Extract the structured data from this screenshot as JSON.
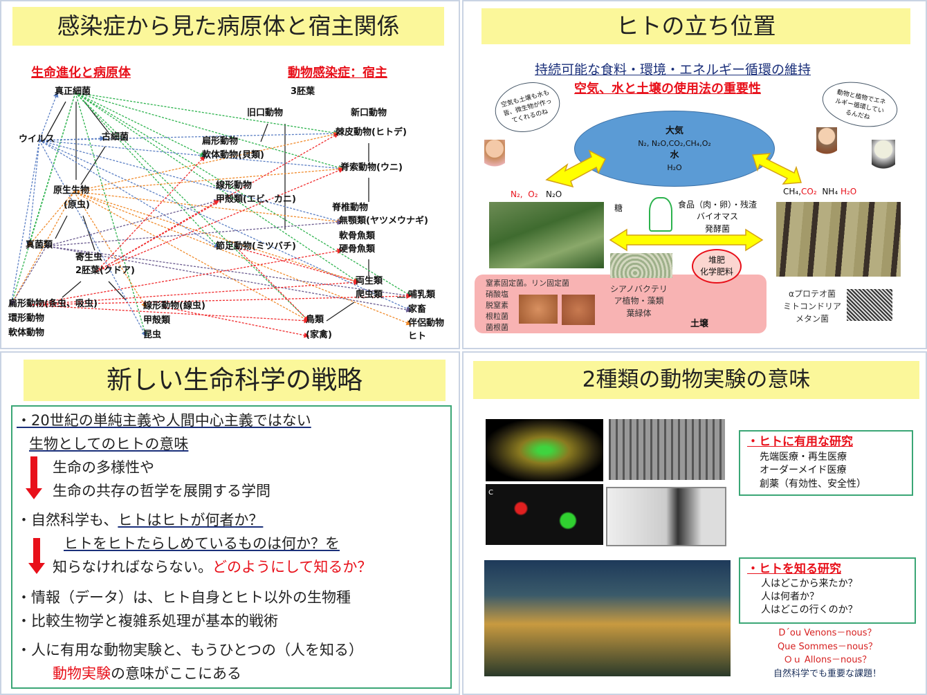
{
  "tl": {
    "title": "感染症から見た病原体と宿主関係",
    "left_heading": "生命進化と病原体",
    "right_heading": "動物感染症：宿主",
    "nodes": {
      "shinsei": "真正細菌",
      "sanhaiyo": "3胚葉",
      "kyuko": "旧口動物",
      "shinko": "新口動物",
      "virus": "ウイルス",
      "kosaikin": "古細菌",
      "henkei1": "扁形動物",
      "nantai1": "軟体動物(貝類)",
      "kyokuhi": "棘皮動物(ヒトデ)",
      "sekisaku": "脊索動物(ウニ)",
      "senkei1": "線形動物",
      "kokaku1": "甲殻類(エビ、カニ)",
      "gensei": "原生生物",
      "genchu": "(原虫)",
      "sekitsui": "脊椎動物",
      "mugaku": "無顎類(ヤツメウナギ)",
      "nankotsu": "軟骨魚類",
      "kokotsu": "硬骨魚類",
      "shinkin": "真菌類",
      "sessoku": "節足動物(ミツバチ)",
      "kiseichu": "寄生虫",
      "nihaiyo": "2胚葉(クドア)",
      "ryosei": "両生類",
      "hachu": "爬虫類",
      "honyu": "哺乳類",
      "kachiku": "家畜",
      "hanryo": "伴侶動物",
      "hito": "ヒト",
      "henkei2": "扁形動物(条虫、吸虫)",
      "kankei": "環形動物",
      "nantai2": "軟体動物",
      "senkei2": "線形動物(線虫)",
      "kokaku2": "甲殻類",
      "konchu": "昆虫",
      "chorui": "鳥類",
      "kakin": "(家禽)"
    },
    "edges": [
      [
        "shinsei",
        "kyokuhi",
        "g"
      ],
      [
        "shinsei",
        "sekisaku",
        "g"
      ],
      [
        "shinsei",
        "honyu",
        "g"
      ],
      [
        "shinsei",
        "nantai1",
        "g"
      ],
      [
        "shinsei",
        "ryosei",
        "g"
      ],
      [
        "shinsei",
        "sessoku",
        "g"
      ],
      [
        "shinsei",
        "konchu",
        "g"
      ],
      [
        "shinsei",
        "henkei2",
        "g"
      ],
      [
        "shinsei",
        "shinkin",
        "g"
      ],
      [
        "shinsei",
        "chorui",
        "g"
      ],
      [
        "virus",
        "kyokuhi",
        "b"
      ],
      [
        "virus",
        "sekisaku",
        "b"
      ],
      [
        "virus",
        "mugaku",
        "b"
      ],
      [
        "virus",
        "kosaikin",
        "b"
      ],
      [
        "virus",
        "shinsei",
        "b"
      ],
      [
        "virus",
        "henkei2",
        "b"
      ],
      [
        "virus",
        "konchu",
        "b"
      ],
      [
        "virus",
        "kachiku",
        "b"
      ],
      [
        "virus",
        "sessoku",
        "b"
      ],
      [
        "virus",
        "shinkin",
        "b"
      ],
      [
        "gensei",
        "kyokuhi",
        "o"
      ],
      [
        "gensei",
        "sekisaku",
        "o"
      ],
      [
        "gensei",
        "mugaku",
        "o"
      ],
      [
        "gensei",
        "ryosei",
        "o"
      ],
      [
        "gensei",
        "chorui",
        "o"
      ],
      [
        "gensei",
        "hanryo",
        "o"
      ],
      [
        "gensei",
        "henkei2",
        "o"
      ],
      [
        "gensei",
        "shinkin",
        "o"
      ],
      [
        "gensei",
        "senkei2",
        "o"
      ],
      [
        "shinkin",
        "kokaku1",
        "p"
      ],
      [
        "shinkin",
        "mugaku",
        "p"
      ],
      [
        "shinkin",
        "honyu",
        "p"
      ],
      [
        "shinkin",
        "henkei2",
        "p"
      ],
      [
        "shinkin",
        "kachiku",
        "p"
      ],
      [
        "nihaiyo",
        "kyokuhi",
        "r"
      ],
      [
        "nihaiyo",
        "sekisaku",
        "r"
      ],
      [
        "nihaiyo",
        "nantai1",
        "r"
      ],
      [
        "nihaiyo",
        "kokaku1",
        "r"
      ],
      [
        "henkei2",
        "kokotsu",
        "r"
      ],
      [
        "henkei2",
        "ryosei",
        "r"
      ],
      [
        "henkei2",
        "honyu",
        "r"
      ],
      [
        "henkei2",
        "chorui",
        "r"
      ],
      [
        "senkei2",
        "kakin",
        "r"
      ],
      [
        "sessoku",
        "ryosei",
        "r"
      ],
      [
        "sessoku",
        "chorui",
        "r"
      ]
    ]
  },
  "tr": {
    "title": "ヒトの立ち位置",
    "subtitle": "持続可能な食料・環境・エネルギー循環の維持",
    "emphasis": "空気、水と土壌の使用法の重要性",
    "bubble_left": "空気も土壌も水も皆、微生物が作ってくれるのね",
    "bubble_right": "動物と植物でエネルギー循環しているんだね",
    "ellipse": {
      "atm": "大気",
      "gases": "N₂, N₂O,CO₂,CH₄,O₂",
      "water": "水",
      "h2o": "H₂O"
    },
    "left_gases": [
      "N₂,",
      "O₂",
      "N₂O"
    ],
    "right_gases": [
      "CH₄,",
      "CO₂",
      "NH₄",
      "H₂O"
    ],
    "sugar": "糖",
    "food": [
      "食品（肉・卵）・残渣",
      "バイオマス",
      "発酵菌"
    ],
    "fertilizer": [
      "堆肥",
      "化学肥料"
    ],
    "soil_items": [
      "窒素固定菌。リン固定菌",
      "硝酸塩",
      "脱窒素",
      "根粒菌",
      "菌根菌"
    ],
    "cyano": [
      "シアノバクテリ",
      "ア植物・藻類",
      "葉緑体"
    ],
    "soil": "土壌",
    "alpha": [
      "αプロテオ菌",
      "ミトコンドリア",
      "メタン菌"
    ]
  },
  "bl": {
    "title": "新しい生命科学の戦略",
    "l1": "・20世紀の単純主義や人間中心主義ではない",
    "l2": "生物としてのヒトの意味",
    "l3": "生命の多様性や",
    "l4": "生命の共存の哲学を展開する学問",
    "l5a": "・自然科学も、",
    "l5b": "ヒトはヒトが何者か？",
    "l6": "ヒトをヒトたらしめているものは何か？を",
    "l7a": "知らなければならない。",
    "l7b": "どのようにして知るか？",
    "l8": "・情報（データ）は、ヒト自身とヒト以外の生物種",
    "l9": "・比較生物学と複雑系処理が基本的戦術",
    "l10": "・人に有用な動物実験と、もうひとつの（人を知る）",
    "l11a": "動物実験",
    "l11b": "の意味がここにある"
  },
  "br": {
    "title": "2種類の動物実験の意味",
    "box1": {
      "heading": "・ヒトに有用な研究",
      "items": [
        "先端医療・再生医療",
        "オーダーメイド医療",
        "創薬（有効性、安全性）"
      ]
    },
    "box2": {
      "heading": "・ヒトを知る研究",
      "items": [
        "人はどこから来たか？",
        "人は何者か？",
        "人はどこの行くのか？"
      ]
    },
    "french": [
      "D´ou  Venons－nous？",
      "Que  Sommes－nous？",
      "Ｏｕ  Allons－nous？"
    ],
    "closing": "自然科学でも重要な課題！",
    "image_label": "C"
  }
}
